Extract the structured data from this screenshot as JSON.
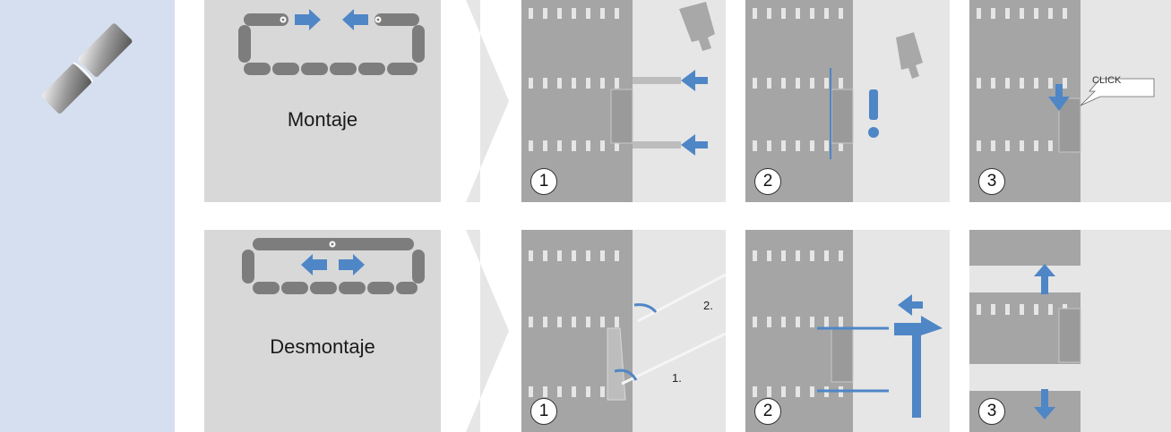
{
  "colors": {
    "sidebar": "#d6dfef",
    "panel": "#d8d8d8",
    "arrow": "#4f86c6",
    "chain": "#7d7d7d"
  },
  "icons": {
    "sidebar": "chain-link-icon"
  },
  "rows": [
    {
      "label": "Montaje",
      "steps": [
        "1",
        "2",
        "3"
      ],
      "callout": "CLICK"
    },
    {
      "label": "Desmontaje",
      "steps": [
        "1",
        "2",
        "3"
      ],
      "pry_order": [
        "1.",
        "2."
      ]
    }
  ]
}
